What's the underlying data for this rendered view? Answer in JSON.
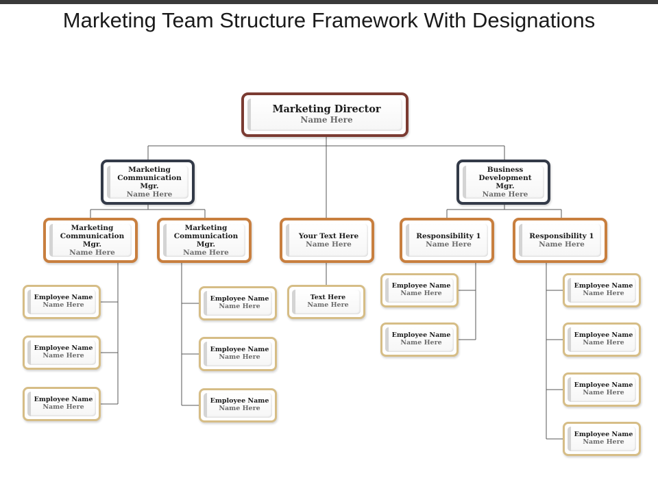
{
  "title": "Marketing Team Structure Framework With Designations",
  "colors": {
    "director_border": "#7b3b32",
    "manager_border": "#333a48",
    "lead_border": "#c87f3f",
    "employee_border": "#d6bd86",
    "connector": "#555555"
  },
  "director": {
    "role": "Marketing Director",
    "name": "Name Here"
  },
  "managers": [
    {
      "role": "Marketing Communication Mgr.",
      "name": "Name Here"
    },
    {
      "role": "Business Development Mgr.",
      "name": "Name Here"
    }
  ],
  "leads": [
    {
      "role": "Marketing Communication Mgr.",
      "name": "Name Here"
    },
    {
      "role": "Marketing Communication Mgr.",
      "name": "Name Here"
    },
    {
      "role": "Your Text Here",
      "name": "Name Here"
    },
    {
      "role": "Responsibility 1",
      "name": "Name Here"
    },
    {
      "role": "Responsibility 1",
      "name": "Name Here"
    }
  ],
  "employees": {
    "group1": [
      {
        "role": "Employee Name",
        "name": "Name Here"
      },
      {
        "role": "Employee Name",
        "name": "Name Here"
      },
      {
        "role": "Employee Name",
        "name": "Name Here"
      }
    ],
    "group2": [
      {
        "role": "Employee Name",
        "name": "Name Here"
      },
      {
        "role": "Employee Name",
        "name": "Name Here"
      },
      {
        "role": "Employee Name",
        "name": "Name Here"
      }
    ],
    "group3": [
      {
        "role": "Text Here",
        "name": "Name Here"
      }
    ],
    "group4": [
      {
        "role": "Employee Name",
        "name": "Name Here"
      },
      {
        "role": "Employee Name",
        "name": "Name Here"
      }
    ],
    "group5": [
      {
        "role": "Employee Name",
        "name": "Name Here"
      },
      {
        "role": "Employee Name",
        "name": "Name Here"
      },
      {
        "role": "Employee Name",
        "name": "Name Here"
      },
      {
        "role": "Employee Name",
        "name": "Name Here"
      }
    ]
  }
}
